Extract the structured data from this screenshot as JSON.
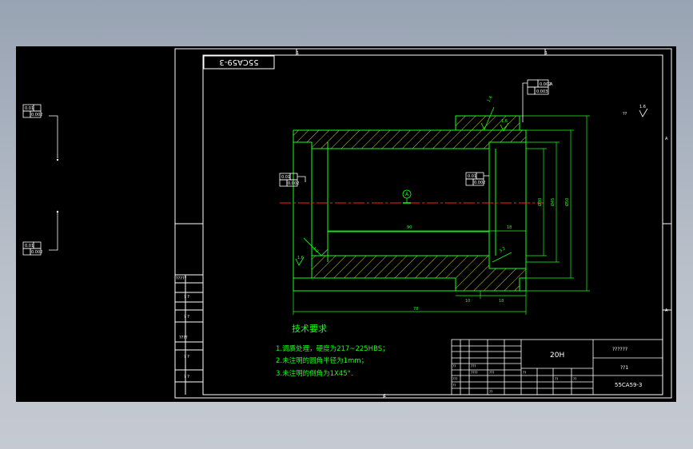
{
  "drawing": {
    "title_stamp": "55CA59-3",
    "material": "20H",
    "part_number": "55CA59-3",
    "title_block_name": "??????",
    "title_block_scale": "??1",
    "left_column_labels": [
      "?????",
      "? ?",
      "? ?",
      "????",
      "? ?",
      "? ?"
    ],
    "grid_marks": [
      "1",
      "1",
      "1"
    ],
    "side_marks": [
      "A",
      "A"
    ]
  },
  "notes": {
    "heading": "技术要求",
    "items": [
      "1.调质处理，硬度为217~225HBS；",
      "2.未注明的圆角半径为1mm；",
      "3.未注明的倒角为1X45°."
    ]
  },
  "dimensions": {
    "bore_length": "90",
    "shoulder_1": "18",
    "shoulder_2": "10",
    "shoulder_3": "18",
    "overall_length": "78",
    "dia_1": "Ø30",
    "dia_2": "Ø45",
    "dia_3": "Ø50"
  },
  "tolerance_frames": {
    "top": [
      "0.002",
      "A",
      "0.003"
    ],
    "left": [
      "0.01",
      "0.002"
    ],
    "right": [
      "0.01",
      "0.002"
    ],
    "outer": [
      "0.01",
      "0.002"
    ]
  },
  "roughness": [
    "1.6",
    "3.2",
    "1.6",
    "3.2",
    "1.6"
  ],
  "datum": "A",
  "corner_note": "??",
  "title_block_cells": [
    "??",
    "???",
    "????",
    "???",
    "???",
    "??",
    "??",
    "??",
    "??",
    "??"
  ],
  "colors": {
    "background": "#000000",
    "frame": "#ffffff",
    "part_outline": "#19ff19",
    "dimension": "#19ff19",
    "hatch": "#ffff33",
    "centerline": "#ff2020",
    "window_bg": "#b9c0ca"
  }
}
